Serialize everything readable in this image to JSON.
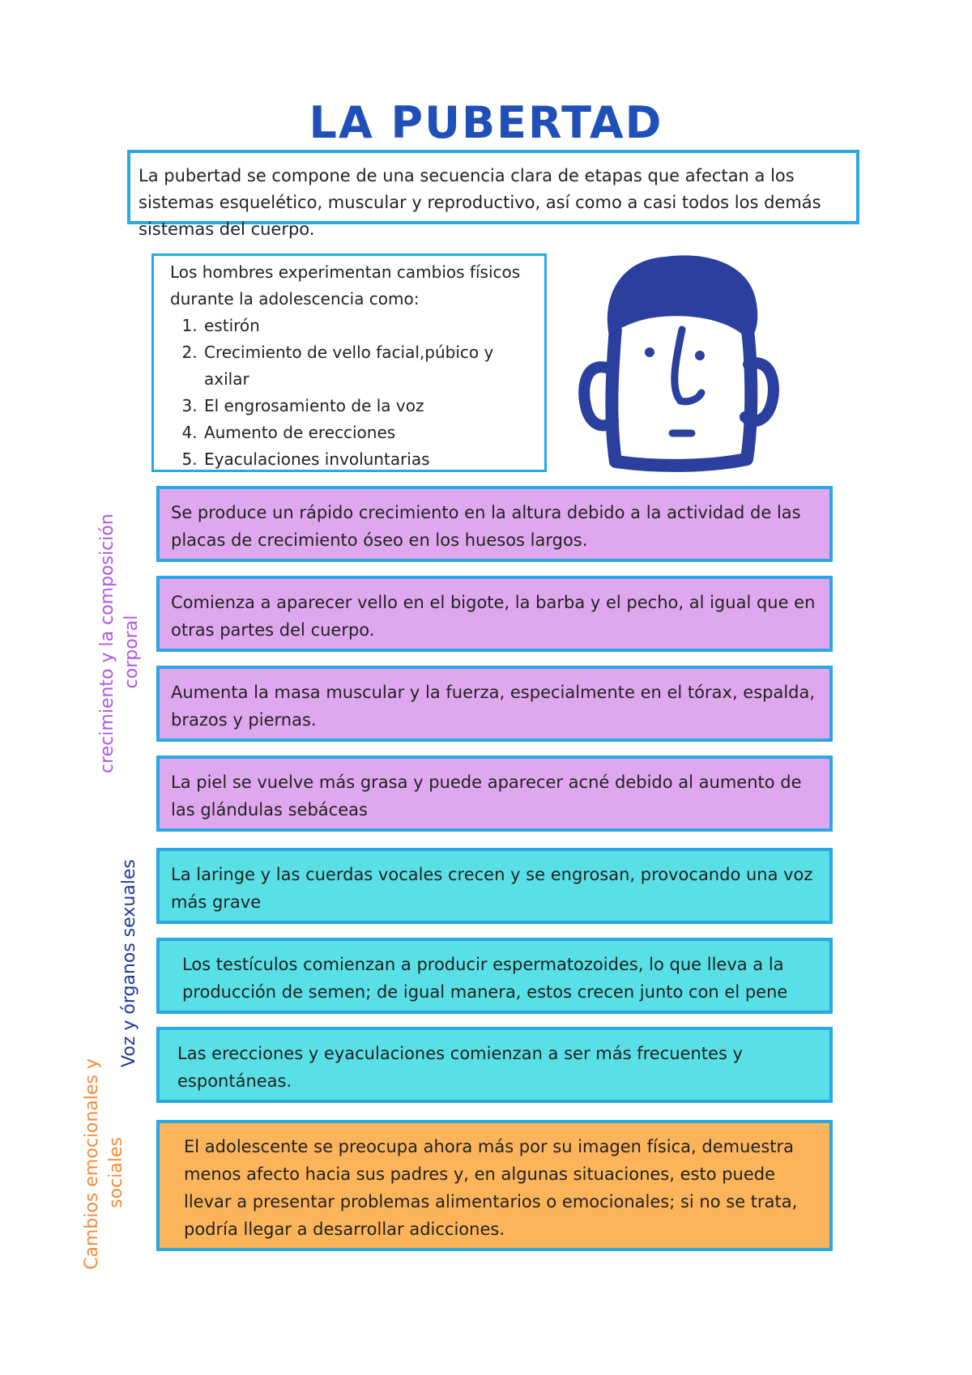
{
  "title": "LA PUBERTAD",
  "intro": "La pubertad se compone de una secuencia clara de etapas que afectan a los sistemas esquelético, muscular y reproductivo, así como a casi todos los demás sistemas del cuerpo.",
  "changes_list": {
    "heading": "Los hombres experimentan cambios físicos durante la adolescencia como:",
    "items": [
      "estirón",
      "Crecimiento de vello facial,púbico y axilar",
      "El engrosamiento de la voz",
      "Aumento de erecciones",
      "Eyaculaciones involuntarias"
    ]
  },
  "sections": {
    "growth": {
      "label_line1": "crecimiento y la composición",
      "label_line2": "corporal",
      "boxes": [
        "Se produce un rápido crecimiento en la altura debido a la actividad de las placas de crecimiento óseo en los huesos largos.",
        "Comienza a aparecer vello en el bigote, la barba y el pecho, al igual que en otras partes del cuerpo.",
        "Aumenta la masa muscular y la fuerza, especialmente en el tórax, espalda, brazos y piernas.",
        "La piel se vuelve más grasa y puede aparecer acné debido al aumento de las glándulas sebáceas"
      ]
    },
    "voice": {
      "label": "Voz y órganos sexuales",
      "boxes": [
        "La laringe y las cuerdas vocales crecen y se engrosan, provocando una voz más grave",
        "Los testículos comienzan a producir espermatozoides, lo que lleva a la producción de semen; de igual manera, estos crecen junto con el pene",
        "Las erecciones y eyaculaciones comienzan a ser más frecuentes y espontáneas."
      ]
    },
    "emotional": {
      "label_line1": "Cambios emocionales y",
      "label_line2": "sociales",
      "boxes": [
        "El adolescente se preocupa ahora más por su imagen física, demuestra menos afecto hacia sus padres y, en algunas situaciones, esto puede llevar a presentar problemas alimentarios o emocionales; si no se trata, podría llegar a desarrollar adicciones."
      ]
    }
  },
  "colors": {
    "title": "#1f4fb8",
    "border": "#2aa8e3",
    "purple_box": "#dfa8ee",
    "cyan_box": "#58e0e6",
    "orange_box": "#fcb45b",
    "face_stroke": "#2a3f9e"
  },
  "illustration": "cartoon-face-icon"
}
